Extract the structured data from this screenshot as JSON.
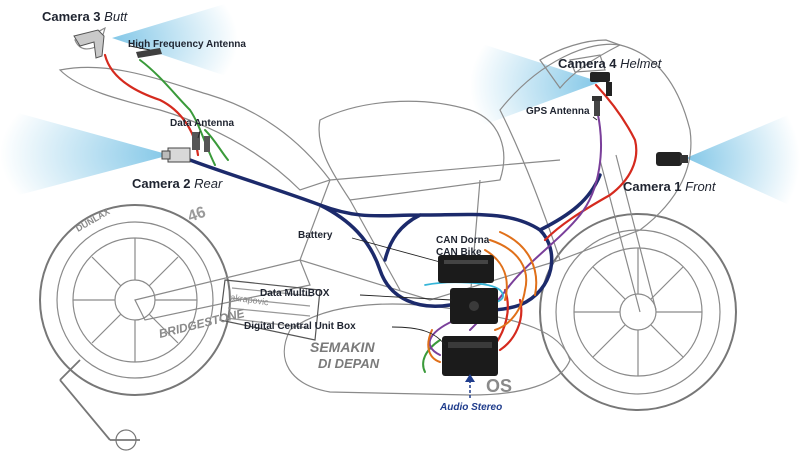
{
  "cameras": [
    {
      "name": "Camera 3",
      "position": "Butt"
    },
    {
      "name": "Camera 2",
      "position": "Rear"
    },
    {
      "name": "Camera 4",
      "position": "Helmet"
    },
    {
      "name": "Camera 1",
      "position": "Front"
    }
  ],
  "components": {
    "high_frequency_antenna": "High Frequency Antenna",
    "data_antenna": "Data Antenna",
    "gps_antenna": "GPS Antenna",
    "battery": "Battery",
    "can_dorna": "CAN Dorna",
    "can_bike": "CAN Bike",
    "data_multibox": "Data MultiBOX",
    "digital_central_unit_box": "Digital Central Unit Box",
    "audio_stereo": "Audio Stereo"
  },
  "bike_text": {
    "rear_tire_brand": "DUNLAX",
    "swingarm_brand": "BRIDGESTONE",
    "exhaust_brand": "akrapovic",
    "sponsor_line1": "SEMAKIN",
    "sponsor_line2": "DI DEPAN",
    "fairing_text": "OS",
    "number": "46"
  },
  "colors": {
    "cable_main": "#1c2a6b",
    "cable_red": "#d52a1e",
    "cable_green": "#3a9a3a",
    "cable_purple": "#7a3f9a",
    "cable_orange": "#e0701a",
    "cable_cyan": "#35b5d8",
    "camera_beam": "#7cc4e6",
    "box_fill": "#1b1b1b",
    "audio_arrow": "#1f3c8c"
  }
}
